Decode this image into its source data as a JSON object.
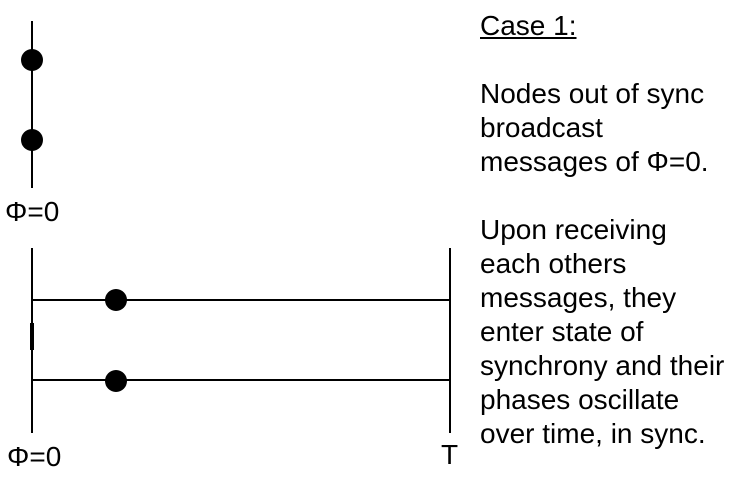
{
  "figure": {
    "background_color": "#ffffff",
    "ink_color": "#000000"
  },
  "out_of_sync_diagram": {
    "description": "vertical phase axis with two node dots out of sync",
    "phase_label": "Φ=0"
  },
  "in_sync_diagram": {
    "description": "time interval with two node timelines, dots in sync",
    "start_label": "Φ=0",
    "end_label": "T"
  },
  "notes": {
    "heading": "Case 1:",
    "paragraph1": "Nodes out of sync\nbroadcast\nmessages of Φ=0.",
    "paragraph2": "Upon receiving\neach others\nmessages, they\nenter state of\nsynchrony and their\nphases oscillate\nover time, in sync."
  }
}
